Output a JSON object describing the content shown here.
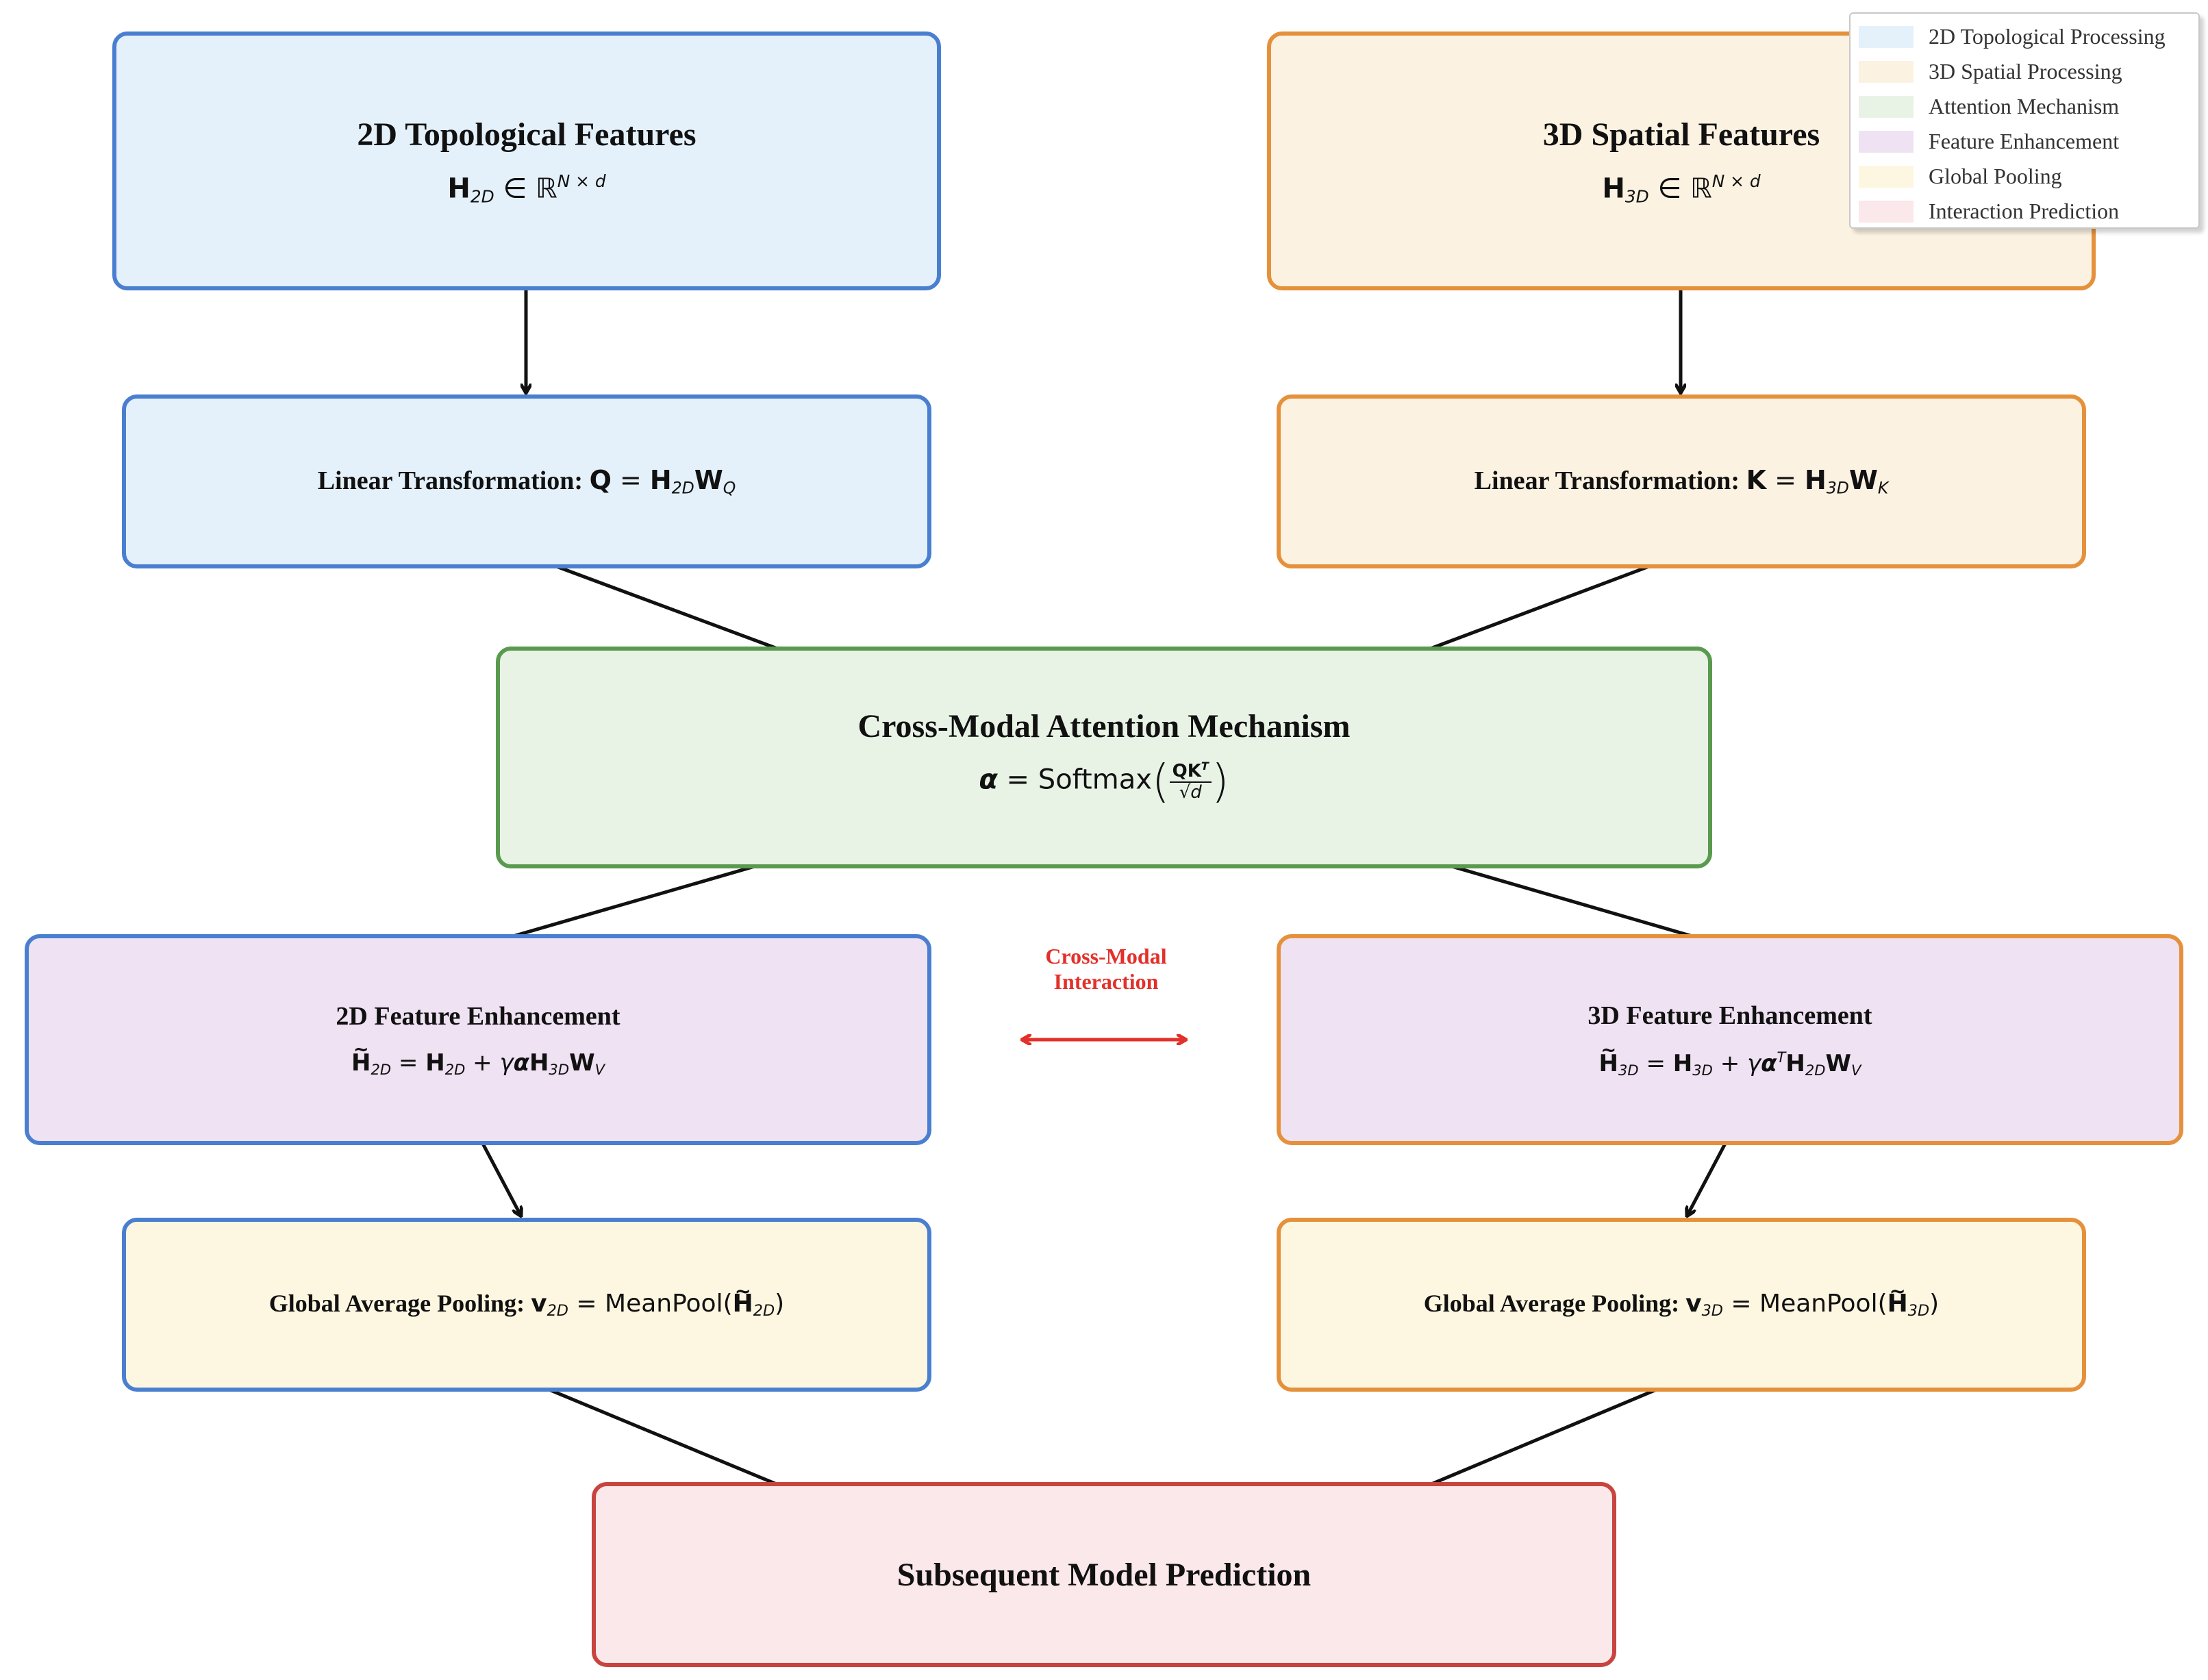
{
  "colors": {
    "topological": "#4a7fd0",
    "spatial": "#e5913c",
    "attention": "#5a9a4e",
    "prediction": "#c8443e",
    "interaction": "#e3302a"
  },
  "boxes": {
    "topo_features": {
      "title": "2D Topological Features"
    },
    "spatial_features": {
      "title": "3D Spatial Features"
    },
    "linear_q": {
      "label": "Linear Transformation:"
    },
    "linear_k": {
      "label": "Linear Transformation:"
    },
    "attention": {
      "title": "Cross-Modal Attention Mechanism",
      "softmax": "Softmax"
    },
    "enh_2d": {
      "title": "2D Feature Enhancement"
    },
    "enh_3d": {
      "title": "3D Feature Enhancement"
    },
    "pool_2d": {
      "label": "Global Average Pooling:",
      "fn": "MeanPool"
    },
    "pool_3d": {
      "label": "Global Average Pooling:",
      "fn": "MeanPool"
    },
    "prediction": {
      "title": "Subsequent Model Prediction"
    }
  },
  "interaction": {
    "line1": "Cross-Modal",
    "line2": "Interaction"
  },
  "legend": {
    "items": [
      {
        "label": "2D Topological Processing",
        "color": "#e4f1fb"
      },
      {
        "label": "3D Spatial Processing",
        "color": "#fcf2e2"
      },
      {
        "label": "Attention Mechanism",
        "color": "#e8f3e6"
      },
      {
        "label": "Feature Enhancement",
        "color": "#efe2f2"
      },
      {
        "label": "Global Pooling",
        "color": "#fdf6e1"
      },
      {
        "label": "Interaction Prediction",
        "color": "#fbe8ea"
      }
    ]
  }
}
